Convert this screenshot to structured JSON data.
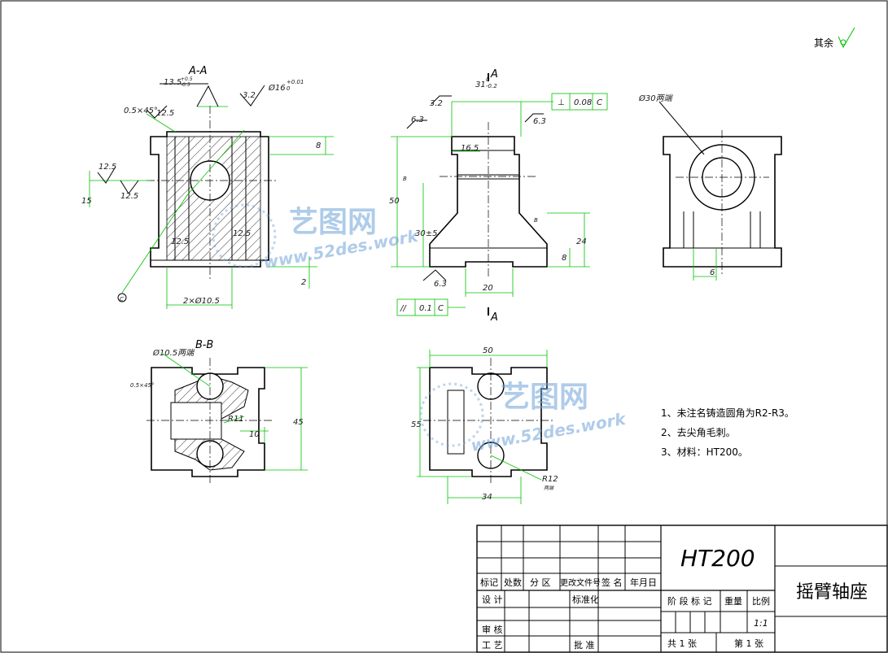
{
  "sheet": {
    "roughness_note": "其余",
    "section_aa": "A-A",
    "section_bb": "B-B",
    "cut_marks": {
      "top": "A",
      "bottom": "A",
      "b1": "B",
      "b2": "B"
    },
    "notes": [
      "1、未注名铸造圆角为R2-R3。",
      "2、去尖角毛刺。",
      "3、材料：HT200。"
    ]
  },
  "dimensions": {
    "aa_dia_top": "Ø16",
    "aa_dia_tol": "+0.01",
    "aa_dia_tol2": "0",
    "aa_chamfer": "0.5×45°",
    "aa_rough1": "12.5",
    "aa_rough2": "12.5",
    "aa_rough3": "12.5",
    "aa_rough4": "12.5",
    "aa_rough5": "12.5",
    "aa_rough6": "3.2",
    "aa_rough_top": "13.5",
    "aa_rough_top_tol1": "+0.5",
    "aa_rough_top_tol2": "-0.5",
    "aa_h8": "8",
    "aa_h15": "15",
    "aa_h2": "2",
    "aa_bottom": "2×Ø10.5",
    "aa_callout": "C",
    "fv_31": "31",
    "fv_31_tol1": "0",
    "fv_31_tol2": "-0.2",
    "fv_rough32": "3.2",
    "fv_rough63a": "6.3",
    "fv_rough63b": "6.3",
    "fv_rough63c": "6.3",
    "fv_165": "16.5",
    "fv_50": "50",
    "fv_30": "30±5",
    "fv_24": "24",
    "fv_8": "8",
    "fv_20": "20",
    "fv_tol_perp_sym": "⊥",
    "fv_tol_perp_val": "0.08",
    "fv_tol_perp_ref": "C",
    "fv_tol_par_sym": "//",
    "fv_tol_par_val": "0.1",
    "fv_tol_par_ref": "C",
    "sv_dia30": "Ø30两端",
    "sv_6": "6",
    "bb_dia": "Ø10.5两端",
    "bb_chamfer": "0.5×45°",
    "bb_r11": "R11",
    "bb_10": "10",
    "bb_45": "45",
    "tv_50": "50",
    "tv_55": "55",
    "tv_34": "34",
    "tv_r12": "R12",
    "tv_r12b": "两端"
  },
  "watermark": {
    "brand": "艺图网",
    "url": "www.52des.work"
  },
  "title_block": {
    "material": "HT200",
    "part_name": "摇臂轴座",
    "headers": [
      "标记",
      "处数",
      "分 区",
      "更改文件号",
      "签 名",
      "年月日"
    ],
    "row_design": "设 计",
    "row_standard": "标准化",
    "row_check": "审 核",
    "row_process": "工 艺",
    "row_approve": "批 准",
    "stage_mark": "阶 段 标 记",
    "weight": "重量",
    "scale_label": "比例",
    "scale": "1:1",
    "sheets_total": "共 1 张",
    "sheet_no": "第 1 张"
  },
  "colors": {
    "outline": "#000000",
    "dimension": "#00c000",
    "watermark": "#6fa3d8"
  }
}
